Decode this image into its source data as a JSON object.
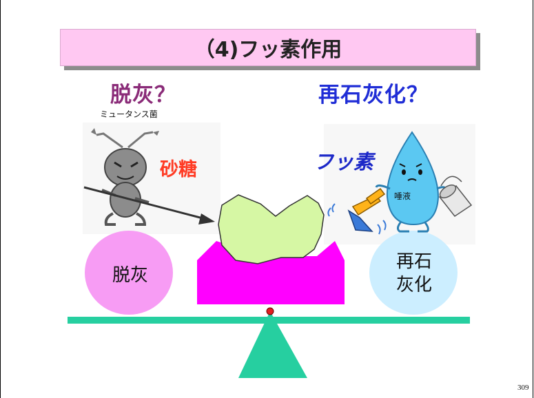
{
  "title": "（4)フッ素作用",
  "heading_left": "脱灰？",
  "heading_right": "再石灰化？",
  "bacteria_label": "ミュータンス菌",
  "sugar_label": "砂糖",
  "fluoride_label": "フッ素",
  "saliva_label": "唾液",
  "circle_left": "脱灰",
  "circle_right": "再石\n灰化",
  "page_number": "309",
  "colors": {
    "title_bg": "#ffc8f2",
    "heading_left": "#8a2b78",
    "heading_right": "#1f2dd6",
    "sugar": "#ff3b24",
    "circle_left": "#f79cf4",
    "circle_right": "#cceeff",
    "tooth": "#d6f7a4",
    "gum": "#ff00ff",
    "beam": "#26cfa0",
    "fulcrum": "#26cfa0"
  }
}
